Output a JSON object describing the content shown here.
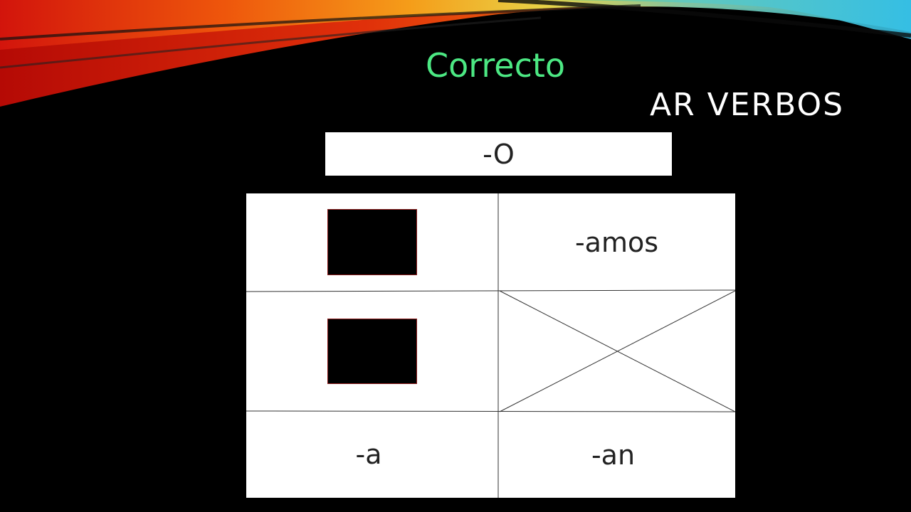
{
  "slide": {
    "correct_label": "Correcto",
    "title": "AR VERBOS",
    "yo_ending": "-O"
  },
  "table": {
    "rows": [
      {
        "left": "",
        "right": "-amos"
      },
      {
        "left": "",
        "right": ""
      },
      {
        "left": "-a",
        "right": "-an"
      }
    ]
  },
  "colors": {
    "correct_text": "#4ce883",
    "background": "#000000",
    "cell_background": "#ffffff"
  }
}
